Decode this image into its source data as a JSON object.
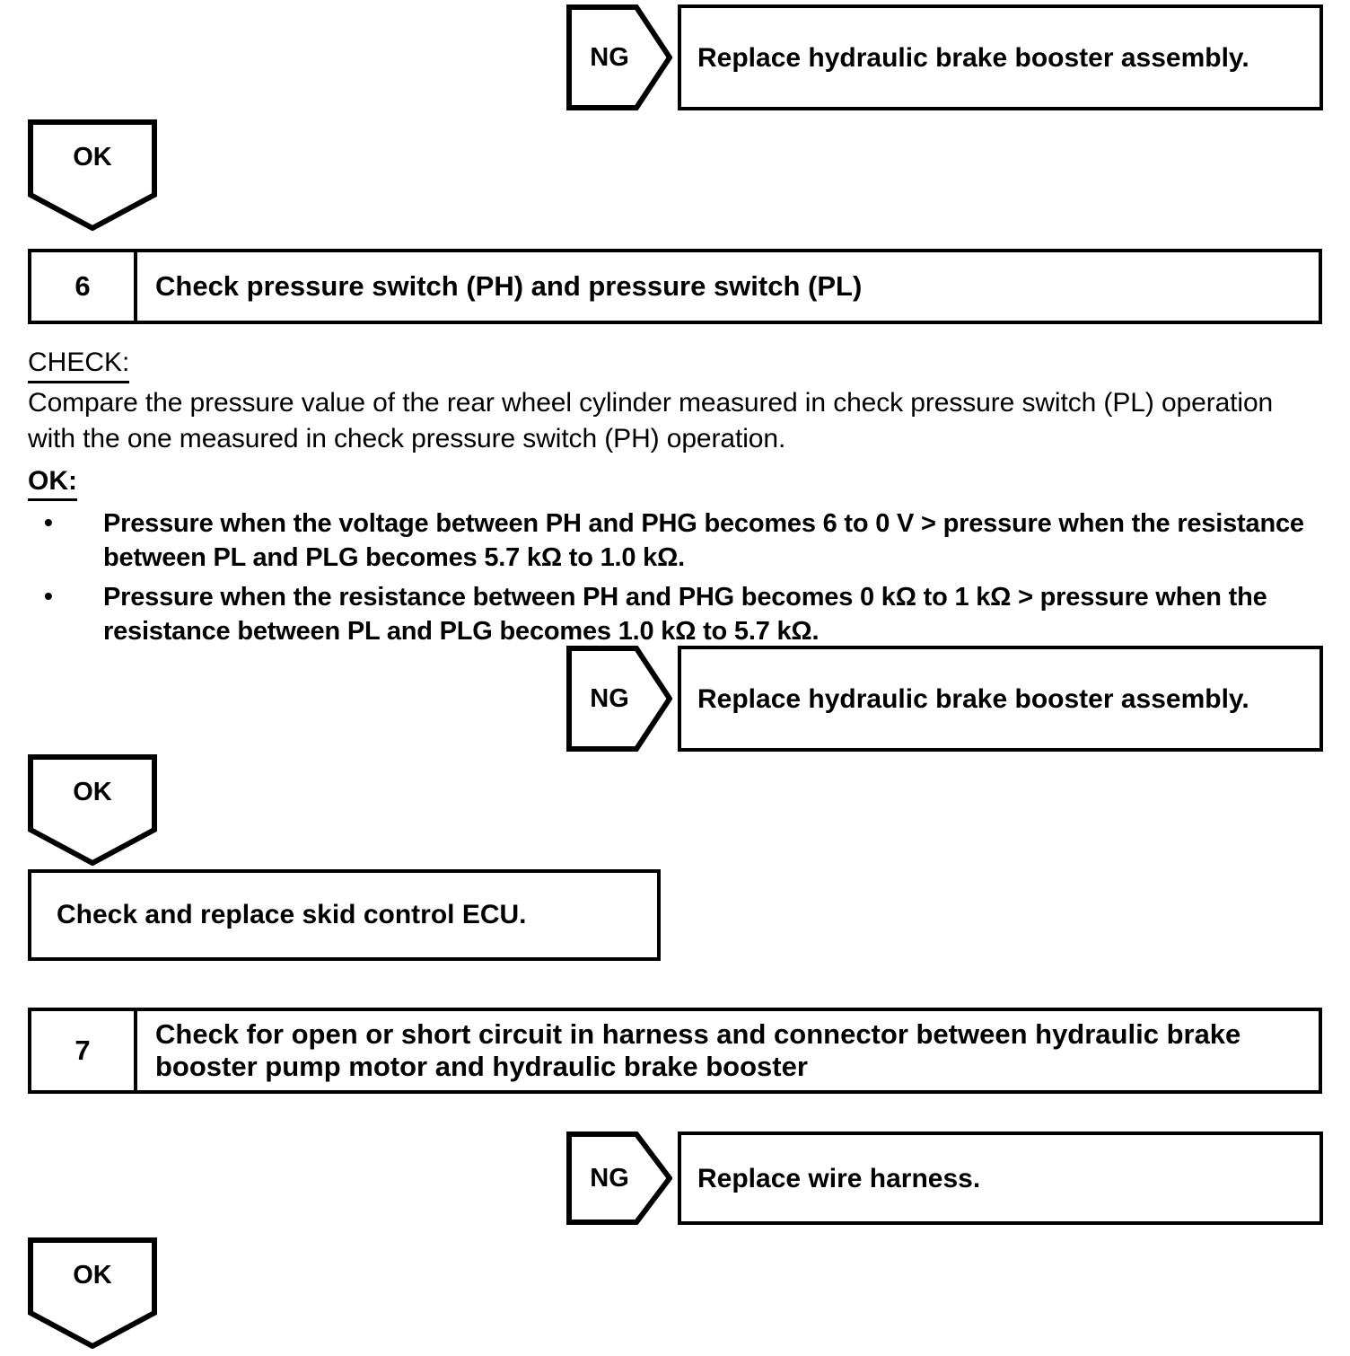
{
  "document": {
    "type": "troubleshooting-flowchart",
    "title": "Brake booster diagnostic flow"
  },
  "branch_labels": {
    "ng": "NG",
    "ok": "OK"
  },
  "ng_rows": [
    {
      "label": "NG",
      "action": "Replace hydraulic brake booster assembly."
    },
    {
      "label": "NG",
      "action": "Replace hydraulic brake booster assembly."
    },
    {
      "label": "NG",
      "action": "Replace wire harness."
    }
  ],
  "ok_connectors": [
    {
      "label": "OK"
    },
    {
      "label": "OK"
    },
    {
      "label": "OK"
    }
  ],
  "steps": [
    {
      "number": "6",
      "title": "Check pressure switch (PH) and pressure switch (PL)"
    },
    {
      "number": "7",
      "title": "Check for open or short circuit in harness and connector between hydraulic brake booster pump motor and hydraulic brake booster"
    }
  ],
  "check_section": {
    "check_heading": "CHECK:",
    "check_body": "Compare the pressure value of the rear wheel cylinder measured in check pressure switch (PL) operation with the one measured in check pressure switch (PH) operation.",
    "ok_heading": "OK:",
    "bullets": [
      "Pressure when the voltage between PH and PHG becomes 6 to 0 V  >  pressure when the resistance between PL and PLG becomes 5.7 kΩ to 1.0 kΩ.",
      "Pressure when the resistance between PH and PHG becomes 0 kΩ to 1 kΩ  >  pressure when the resistance between PL and PLG becomes 1.0 kΩ to 5.7 kΩ."
    ],
    "bullet_marker": "•"
  },
  "result_boxes": [
    {
      "text": "Check and replace skid control ECU."
    }
  ],
  "colors": {
    "ink": "#000000",
    "paper": "#ffffff"
  }
}
